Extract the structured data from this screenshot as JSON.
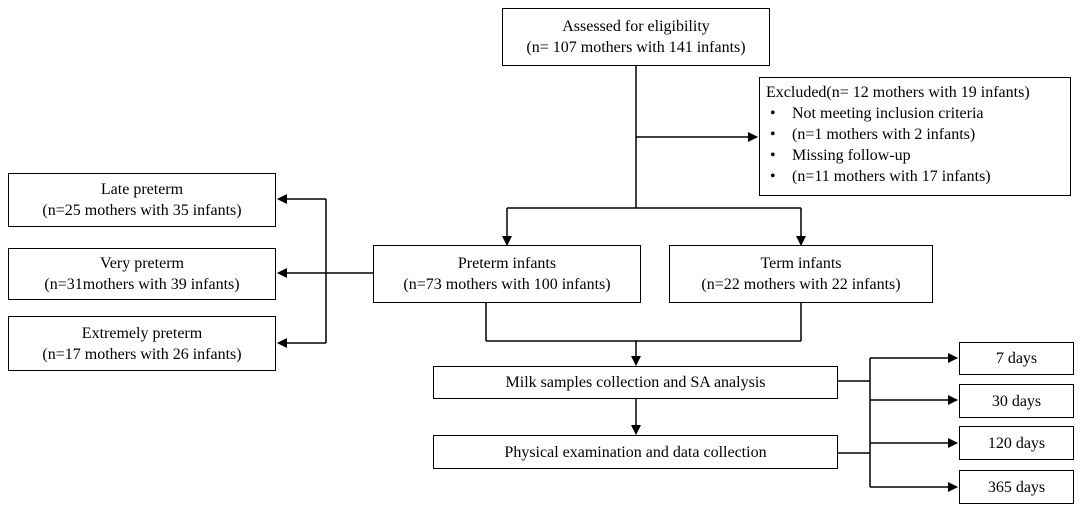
{
  "assessed": {
    "title": "Assessed for eligibility",
    "detail": "(n= 107 mothers with 141 infants)"
  },
  "excluded": {
    "title": "Excluded(n= 12 mothers with 19 infants)",
    "items": [
      {
        "bullet": "•",
        "text": "Not meeting inclusion criteria"
      },
      {
        "bullet": "•",
        "text": "(n=1 mothers with 2 infants)"
      },
      {
        "bullet": "•",
        "text": "Missing follow-up"
      },
      {
        "bullet": "•",
        "text": "(n=11 mothers with 17 infants)"
      }
    ]
  },
  "preterm": {
    "title": "Preterm infants",
    "detail": "(n=73 mothers with 100 infants)"
  },
  "term": {
    "title": "Term infants",
    "detail": "(n=22 mothers with 22 infants)"
  },
  "subgroups": [
    {
      "title": "Late preterm",
      "detail": "(n=25 mothers with 35 infants)"
    },
    {
      "title": "Very preterm",
      "detail": "(n=31mothers with 39 infants)"
    },
    {
      "title": "Extremely preterm",
      "detail": "(n=17 mothers with 26 infants)"
    }
  ],
  "milk": {
    "label": "Milk samples collection and SA analysis"
  },
  "physical": {
    "label": "Physical examination and data collection"
  },
  "timepoints": [
    "7 days",
    "30 days",
    "120 days",
    "365 days"
  ],
  "colors": {
    "line": "#000000",
    "box_border": "#000000",
    "background": "#ffffff"
  }
}
